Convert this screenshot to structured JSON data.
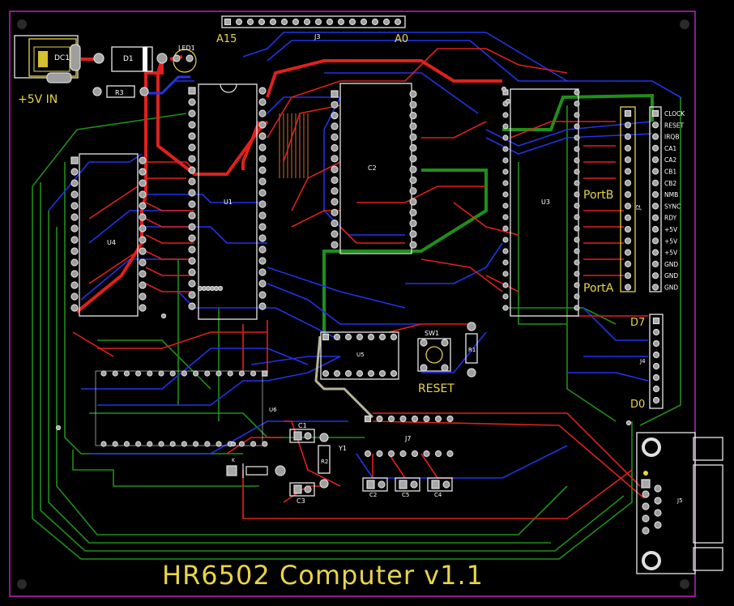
{
  "board": {
    "title": "HR6502 Computer v1.1",
    "border_color": "#c020c0",
    "trace_colors": {
      "top": "#e0201e",
      "bottom": "#2233e8",
      "ground": "#1f8f1a",
      "silk": "#e8d44a"
    }
  },
  "labels": {
    "power_in": "+5V IN",
    "reset": "RESET",
    "a15": "A15",
    "a0": "A0",
    "d7": "D7",
    "d0": "D0",
    "port_b": "PortB",
    "port_a": "PortA"
  },
  "refs": {
    "dc1": "DC1",
    "d1": "D1",
    "led1": "LED1",
    "r3": "R3",
    "j3": "J3",
    "u1": "U1",
    "u2": "C2",
    "u3": "U3",
    "u4": "U4",
    "u5": "U5",
    "u6": "U6",
    "j2": "J2",
    "j4": "J4",
    "j5": "J5",
    "j7": "J7",
    "sw1": "SW1",
    "r1": "R1",
    "r2": "R2",
    "c1": "C1",
    "c2": "C2",
    "c3": "C3",
    "c4": "C4",
    "c5": "C5",
    "y1": "Y1"
  },
  "header_pins": [
    "CLOCK",
    "RESET",
    "IRQB",
    "CA1",
    "CA2",
    "CB1",
    "CB2",
    "NMB",
    "SYNC",
    "RDY",
    "+5V",
    "+5V",
    "+5V",
    "GND",
    "GND",
    "GND"
  ]
}
